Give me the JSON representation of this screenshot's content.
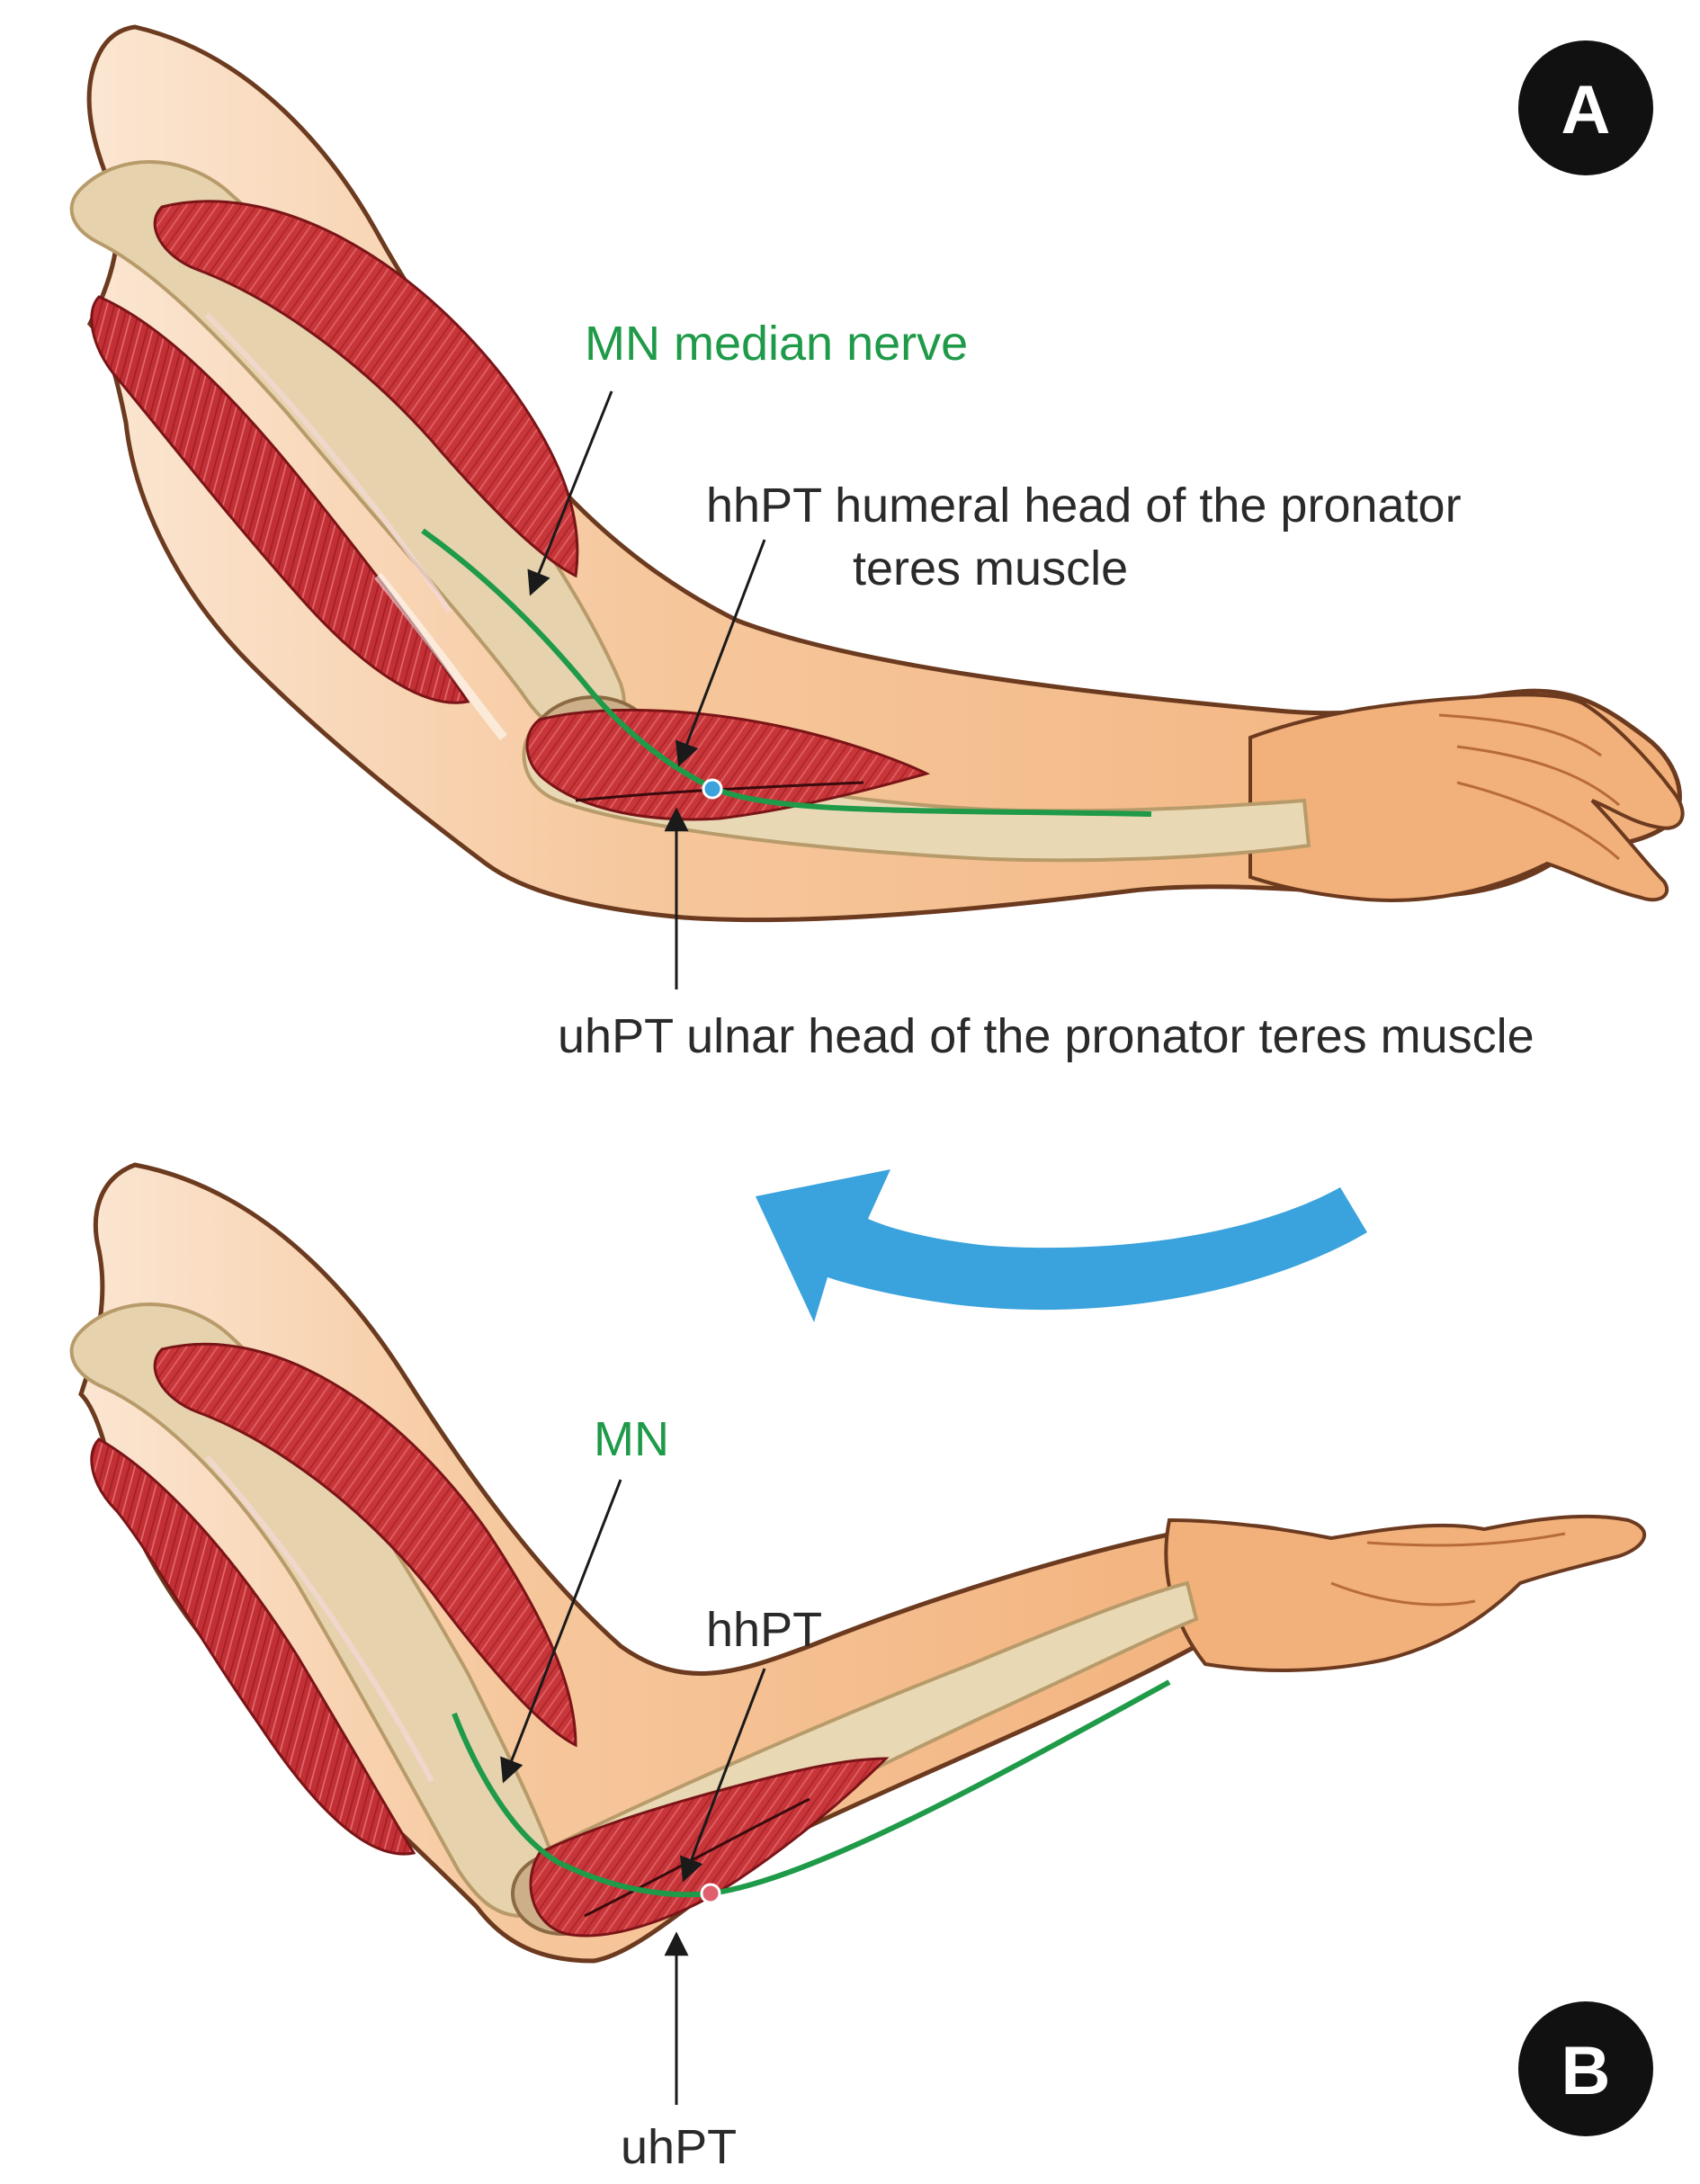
{
  "panel_a": {
    "badge": "A",
    "labels": {
      "mn": "MN median nerve",
      "hhpt_line1": "hhPT humeral head of the pronator",
      "hhpt_line2": "teres muscle",
      "uhpt": "uhPT ulnar head of the pronator teres muscle"
    }
  },
  "panel_b": {
    "badge": "B",
    "labels": {
      "mn": "MN",
      "hhpt": "hhPT",
      "uhpt": "uhPT"
    }
  },
  "colors": {
    "skin": "#f2b47e",
    "skin_light": "#f9dcc0",
    "outline": "#6b3a1f",
    "bone": "#e6d3ad",
    "muscle": "#c8363a",
    "muscle_dark": "#9e1f24",
    "nerve": "#1e9a48",
    "rotation_arrow": "#3aa2dc",
    "badge": "#111111"
  },
  "icons": {
    "rotation": "curved-arrow-icon"
  }
}
